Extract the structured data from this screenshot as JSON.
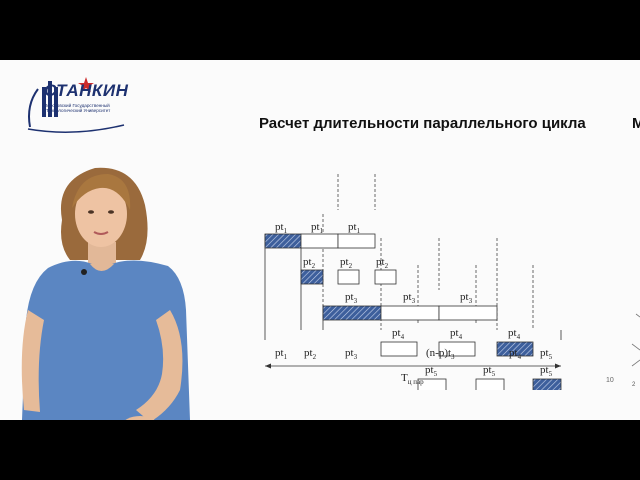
{
  "logo": {
    "wordmark": "СТАНКИН",
    "subtitle": "Московский Государственный Технологический Университет"
  },
  "slide": {
    "title": "Расчет длительности параллельного цикла",
    "cut_letter": "М",
    "page_number": "10"
  },
  "diagram": {
    "top_labels": [
      {
        "main": "pt",
        "sub": "1"
      },
      {
        "main": "pt",
        "sub": "1"
      },
      {
        "main": "pt",
        "sub": "1"
      }
    ],
    "row2_labels": [
      {
        "main": "pt",
        "sub": "2"
      },
      {
        "main": "pt",
        "sub": "2"
      },
      {
        "main": "pt",
        "sub": "2"
      }
    ],
    "row3_labels": [
      {
        "main": "pt",
        "sub": "3"
      },
      {
        "main": "pt",
        "sub": "3"
      },
      {
        "main": "pt",
        "sub": "3"
      }
    ],
    "row4_labels": [
      {
        "main": "pt",
        "sub": "4"
      },
      {
        "main": "pt",
        "sub": "4"
      },
      {
        "main": "pt",
        "sub": "4"
      }
    ],
    "row5_labels": [
      {
        "main": "pt",
        "sub": "5"
      },
      {
        "main": "pt",
        "sub": "5"
      },
      {
        "main": "pt",
        "sub": "5"
      }
    ],
    "bottom_labels": [
      {
        "main": "pt",
        "sub": "1"
      },
      {
        "main": "pt",
        "sub": "2"
      },
      {
        "main": "pt",
        "sub": "3"
      },
      {
        "main": "(n-p)t",
        "sub": "3"
      },
      {
        "main": "pt",
        "sub": "4"
      },
      {
        "main": "pt",
        "sub": "5"
      }
    ],
    "total_label": {
      "main": "T",
      "sub": "ц пар"
    }
  },
  "colors": {
    "hatch_fill": "#4a6aa8",
    "line": "#333333",
    "logo_blue": "#1d3170",
    "logo_red": "#cc2a2a",
    "dress": "#5b86c2"
  }
}
